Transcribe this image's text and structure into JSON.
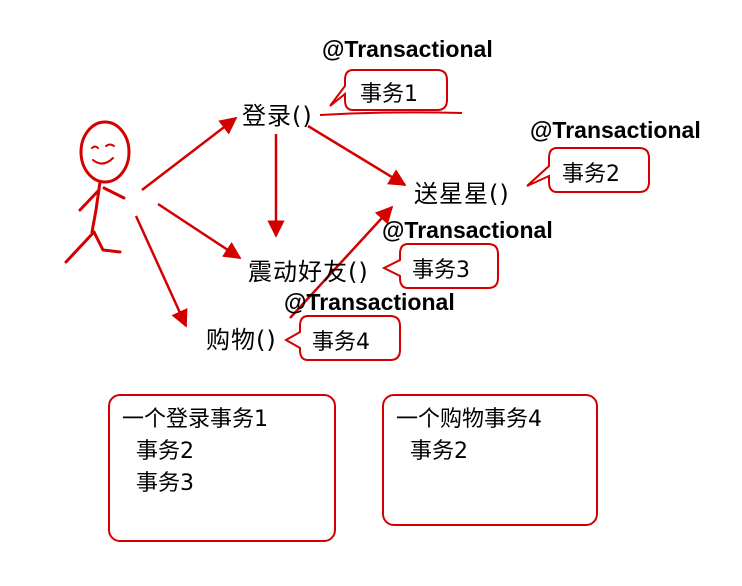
{
  "nodes": {
    "login": "登录()",
    "send_stars": "送星星()",
    "nudge": "震动好友()",
    "shopping": "购物()"
  },
  "annotations": {
    "login": "@Transactional",
    "send_stars": "@Transactional",
    "nudge": "@Transactional",
    "shopping": "@Transactional"
  },
  "transactions": {
    "login": "事务1",
    "send_stars": "事务2",
    "nudge": "事务3",
    "shopping": "事务4"
  },
  "summary_boxes": [
    {
      "lines": [
        "一个登录事务1",
        "  事务2",
        "  事务3"
      ]
    },
    {
      "lines": [
        "一个购物事务4",
        "  事务2"
      ]
    }
  ],
  "colors": {
    "accent": "#d40000",
    "text": "#000000",
    "background": "#ffffff"
  },
  "icons": {
    "actor": "stick-figure-icon"
  }
}
